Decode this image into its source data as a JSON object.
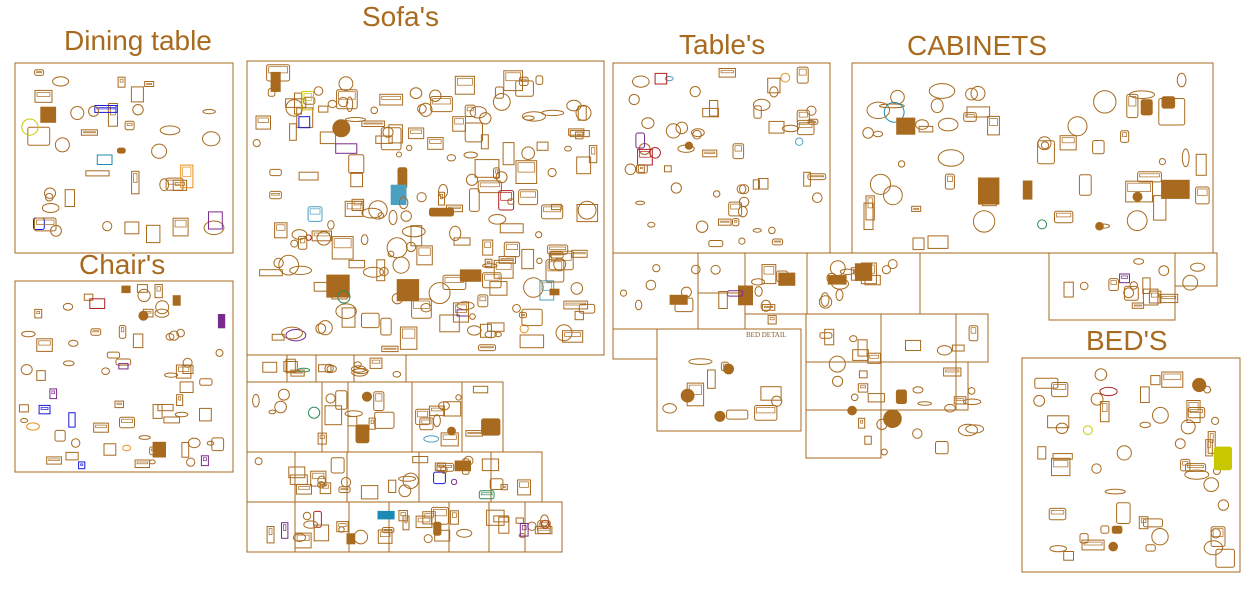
{
  "drawing": {
    "line_color": "#a86a1e",
    "title_color": "#a86a1e",
    "background": "#ffffff",
    "accent_colors": [
      "#1a8ab5",
      "#1a1ad6",
      "#2e8b57",
      "#e8901a",
      "#b02020",
      "#c8c800",
      "#7a2a8a",
      "#4aa0c0"
    ]
  },
  "sections": {
    "dining": {
      "title": "Dining table"
    },
    "sofas": {
      "title": "Sofa's"
    },
    "tables": {
      "title": "Table's"
    },
    "cabinets": {
      "title": "CABINETS"
    },
    "chairs": {
      "title": "Chair's"
    },
    "beds": {
      "title": "BED'S"
    }
  },
  "annotations": {
    "bed_detail": "BED DETAIL"
  }
}
